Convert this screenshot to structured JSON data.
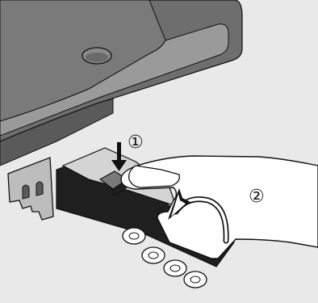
{
  "steps": [
    {
      "number": "1",
      "label": "①"
    },
    {
      "number": "2",
      "label": "②"
    }
  ],
  "colors": {
    "background": "#e9e9e9",
    "appliance_top": "#6e6e6e",
    "appliance_inner": "#7a7a7a",
    "appliance_edge": "#9a9a9a",
    "dark_part": "#1f1f1f",
    "hand_fill": "#ffffff",
    "outline": "#111111"
  },
  "icons": [
    "press-down-arrow-icon",
    "rotate-up-arrow-icon"
  ]
}
